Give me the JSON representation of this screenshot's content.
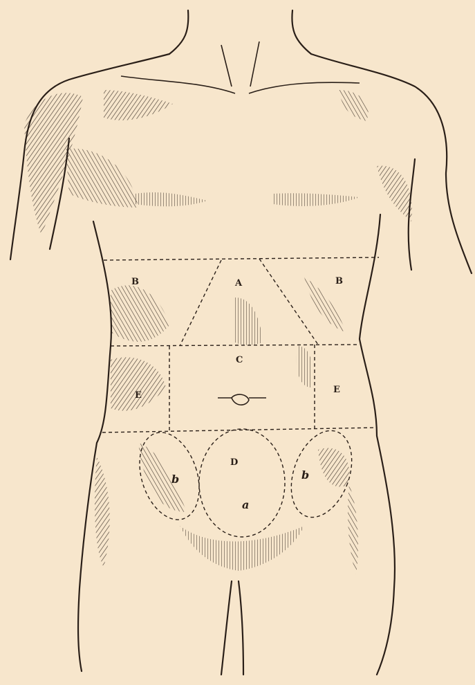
{
  "regions": {
    "A": "A",
    "B_left": "B",
    "B_right": "B",
    "C": "C",
    "D": "D",
    "E_left": "E",
    "E_right": "E",
    "b_left": "b",
    "b_right": "b",
    "a": "a"
  },
  "colors": {
    "paper": "#f7e6cc",
    "ink": "#2a1f18"
  }
}
